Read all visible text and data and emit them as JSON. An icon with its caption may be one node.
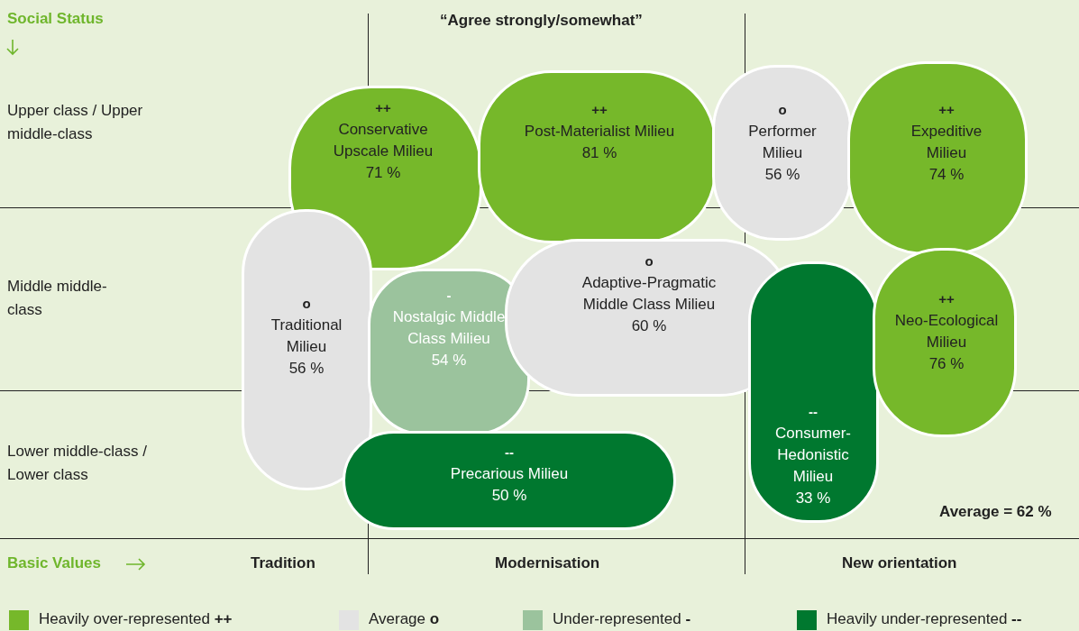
{
  "diagram": {
    "nodes": [
      {
        "text": [
          "++",
          "Conservative Upscale Milieu",
          "71 %"
        ]
      },
      {
        "text": [
          "++",
          "Post-Materialist Milieu",
          "81 %"
        ]
      },
      {
        "text": [
          "o",
          "Performer Milieu",
          "56 %"
        ]
      },
      {
        "text": [
          "++",
          "Expeditive Milieu",
          "74 %"
        ]
      },
      {
        "text": [
          "o",
          "Traditional Milieu",
          "56 %"
        ]
      },
      {
        "text": [
          "-",
          "Nostalgic Middle Class Milieu",
          "54 %"
        ]
      },
      {
        "text": [
          "o",
          "Adaptive-Pragmatic Middle Class Milieu",
          "60 %"
        ]
      },
      {
        "text": [
          "--",
          "Consumer-Hedonistic Milieu",
          "33 %"
        ]
      },
      {
        "text": [
          "++",
          "Neo-Ecological Milieu",
          "76 %"
        ]
      },
      {
        "text": [
          "--",
          "Precarious Milieu",
          "50 %"
        ]
      }
    ],
    "labels": [
      "Social Status",
      "“Agree strongly/somewhat”",
      "Upper class / Upper middle-class",
      "Middle middle-class",
      "Lower middle-class / Lower class",
      "Average = 62 %",
      "Basic Values",
      "Tradition",
      "Modernisation",
      "New orientation"
    ],
    "legend": [
      {
        "text": "Heavily over-represented **++**",
        "color": "#76b82a"
      },
      {
        "text": "Average **o**",
        "color": "#e3e3e3"
      },
      {
        "text": "Under-represented **-**",
        "color": "#9bc39d"
      },
      {
        "text": "Heavily under-represented **--**",
        "color": "#00782f"
      }
    ]
  }
}
